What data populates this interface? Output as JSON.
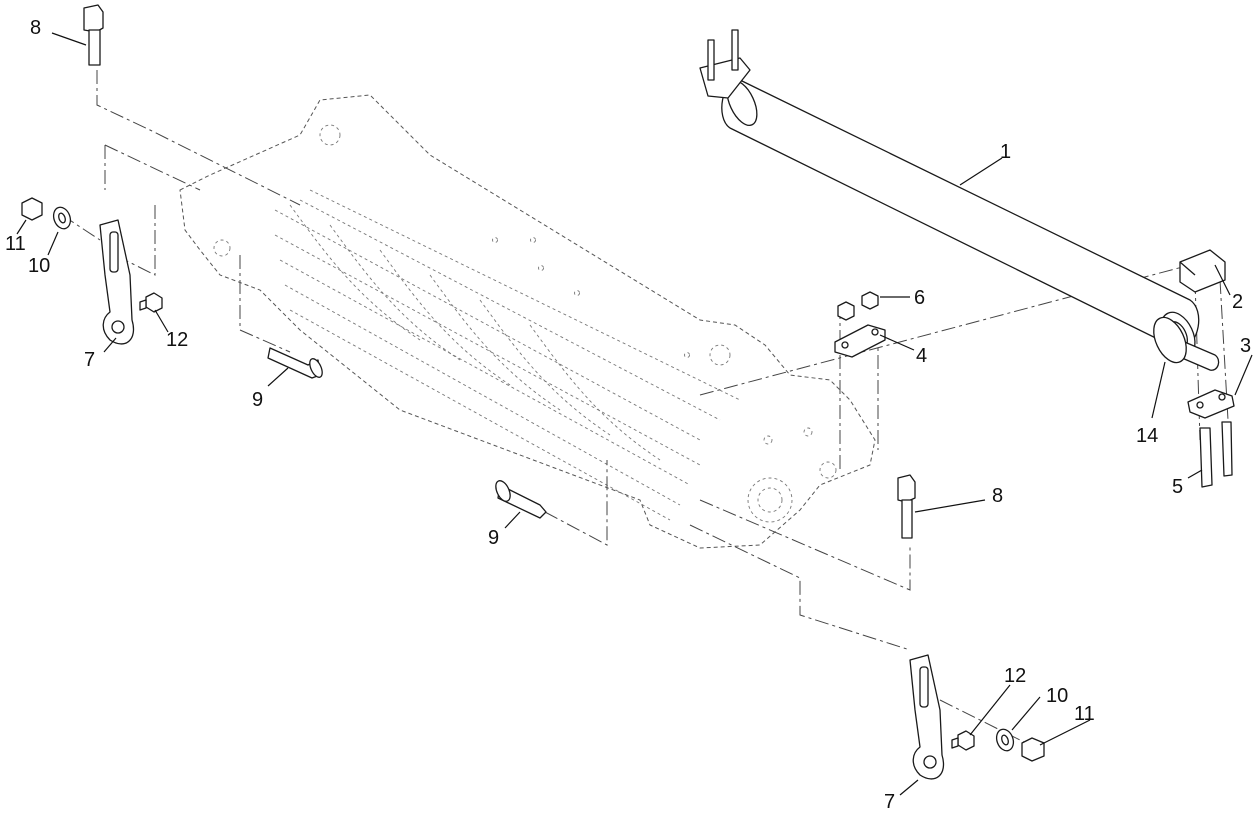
{
  "diagram": {
    "type": "exploded-parts-diagram",
    "callouts": [
      {
        "id": "c1",
        "text": "1"
      },
      {
        "id": "c2",
        "text": "2"
      },
      {
        "id": "c3",
        "text": "3"
      },
      {
        "id": "c4",
        "text": "4"
      },
      {
        "id": "c5",
        "text": "5"
      },
      {
        "id": "c6",
        "text": "6"
      },
      {
        "id": "c7a",
        "text": "7"
      },
      {
        "id": "c7b",
        "text": "7"
      },
      {
        "id": "c8a",
        "text": "8"
      },
      {
        "id": "c8b",
        "text": "8"
      },
      {
        "id": "c9a",
        "text": "9"
      },
      {
        "id": "c9b",
        "text": "9"
      },
      {
        "id": "c10a",
        "text": "10"
      },
      {
        "id": "c10b",
        "text": "10"
      },
      {
        "id": "c11a",
        "text": "11"
      },
      {
        "id": "c11b",
        "text": "11"
      },
      {
        "id": "c12a",
        "text": "12"
      },
      {
        "id": "c12b",
        "text": "12"
      },
      {
        "id": "c14",
        "text": "14"
      }
    ],
    "colors": {
      "line": "#1a1a1a",
      "phantom": "#444444",
      "background": "#ffffff"
    }
  }
}
